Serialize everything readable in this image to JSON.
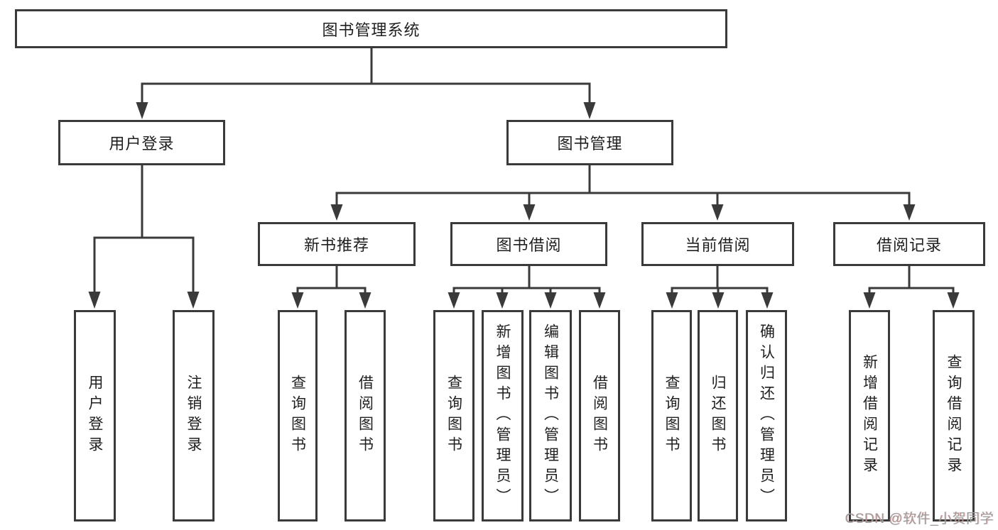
{
  "diagram": {
    "root": {
      "label": "图书管理系统"
    },
    "branches": [
      {
        "label": "用户登录",
        "children": [
          {
            "label": "用户登录"
          },
          {
            "label": "注销登录"
          }
        ]
      },
      {
        "label": "图书管理",
        "groups": [
          {
            "label": "新书推荐",
            "children": [
              {
                "label": "查询图书"
              },
              {
                "label": "借阅图书"
              }
            ]
          },
          {
            "label": "图书借阅",
            "children": [
              {
                "label": "查询图书"
              },
              {
                "label": "新增图书（管理员）"
              },
              {
                "label": "编辑图书（管理员）"
              },
              {
                "label": "借阅图书"
              }
            ]
          },
          {
            "label": "当前借阅",
            "children": [
              {
                "label": "查询图书"
              },
              {
                "label": "归还图书"
              },
              {
                "label": "确认归还（管理员）"
              }
            ]
          },
          {
            "label": "借阅记录",
            "children": [
              {
                "label": "新增借阅记录"
              },
              {
                "label": "查询借阅记录"
              }
            ]
          }
        ]
      }
    ]
  },
  "watermark": {
    "text": "CSDN @软件_小贺同学"
  },
  "colors": {
    "line": "#3a3a3a",
    "text": "#1f1f1f",
    "background": "#ffffff",
    "watermark": "#9b9b9b"
  }
}
